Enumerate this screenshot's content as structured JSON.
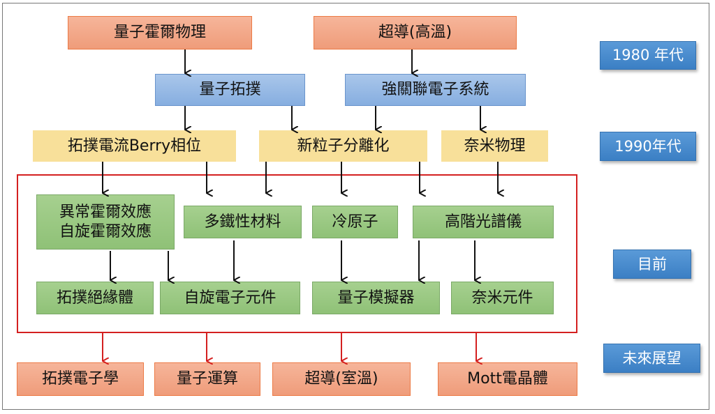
{
  "eras": [
    "1980 年代",
    "1990年代",
    "目前",
    "未來展望"
  ],
  "row_1980": [
    "量子霍爾物理",
    "超導(高溫)"
  ],
  "row_mid": [
    "量子拓撲",
    "強關聯電子系統"
  ],
  "row_1990": [
    "拓撲電流Berry相位",
    "新粒子分離化",
    "奈米物理"
  ],
  "current_top": [
    "異常霍爾效應",
    "自旋霍爾效應",
    "多鐵性材料",
    "冷原子",
    "高階光譜儀"
  ],
  "current_bottom": [
    "拓撲絕緣體",
    "自旋電子元件",
    "量子模擬器",
    "奈米元件"
  ],
  "future": [
    "拓撲電子學",
    "量子運算",
    "超導(室溫)",
    "Mott電晶體"
  ],
  "colors": {
    "orange": "#ef9c7a",
    "blue": "#86aee0",
    "yellow": "#f8e09a",
    "green": "#8fc177",
    "era": "#3b7fc4",
    "red": "#d42020"
  }
}
